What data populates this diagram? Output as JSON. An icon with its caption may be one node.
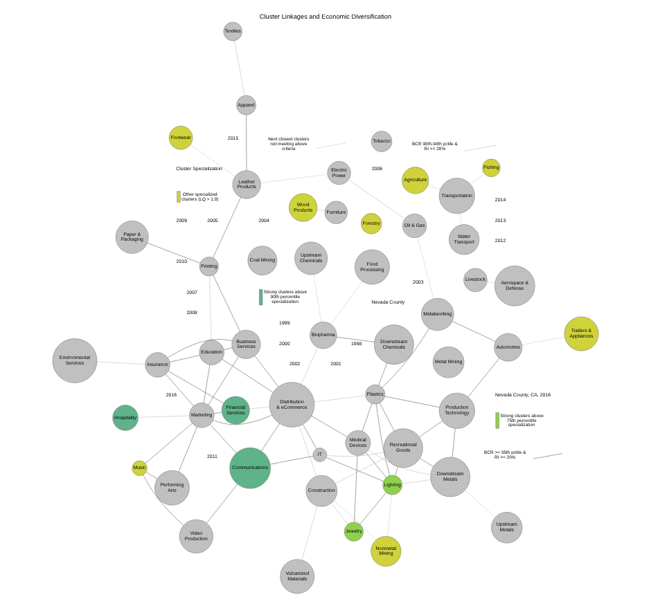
{
  "diagram": {
    "title": "Cluster Linkages and Economic Diversification",
    "nodes": [
      {
        "text": [
          "Agriculture"
        ]
      },
      {
        "text": [
          "Livestock"
        ]
      },
      {
        "text": [
          "Aerospace & Defense"
        ]
      },
      {
        "text": [
          "Fishing"
        ]
      },
      {
        "text": [
          "Water Transport"
        ]
      },
      {
        "text": [
          "Jewelry"
        ]
      },
      {
        "text": [
          "Nonmetal Mining"
        ]
      },
      {
        "text": [
          "Vulcanized Materials"
        ]
      },
      {
        "text": [
          "Wood Products"
        ]
      },
      {
        "text": [
          "Forestry"
        ]
      },
      {
        "text": [
          "Lighting"
        ]
      },
      {
        "text": [
          "Recreational Goods"
        ]
      },
      {
        "text": [
          "Construction"
        ]
      },
      {
        "text": [
          "Furniture"
        ]
      },
      {
        "text": [
          "IT"
        ]
      },
      {
        "text": [
          "Medical Devices"
        ]
      },
      {
        "text": [
          "Performing Arts"
        ]
      },
      {
        "text": [
          "Video Production"
        ]
      },
      {
        "text": [
          "Communications"
        ]
      },
      {
        "text": [
          "Music"
        ]
      },
      {
        "text": [
          "Transportation"
        ]
      },
      {
        "text": [
          "Downstream Metals"
        ]
      },
      {
        "text": [
          "Upstream Metals"
        ]
      },
      {
        "text": [
          "Distribution & eCommerce"
        ]
      },
      {
        "text": [
          "Plastics"
        ]
      },
      {
        "text": [
          "Production Technology"
        ]
      },
      {
        "text": [
          "Hospitality"
        ]
      },
      {
        "text": [
          "Marketing"
        ]
      },
      {
        "text": [
          "Education"
        ]
      },
      {
        "text": [
          "Biopharma"
        ]
      },
      {
        "text": [
          "Downstream Chemicals"
        ]
      },
      {
        "text": [
          "Upstream Chemicals"
        ]
      },
      {
        "text": [
          "Metalworking"
        ]
      },
      {
        "text": [
          "Automotive"
        ]
      },
      {
        "text": [
          "Insurance"
        ]
      },
      {
        "text": [
          "Business Services"
        ]
      },
      {
        "text": [
          "Printing"
        ]
      },
      {
        "text": [
          "Trailers & Appliances"
        ]
      },
      {
        "text": [
          "Environmental Services"
        ]
      },
      {
        "text": [
          "Financial Services"
        ]
      },
      {
        "text": [
          "Food Processing"
        ]
      },
      {
        "text": [
          "Leather Products"
        ]
      },
      {
        "text": [
          "Paper & Packaging"
        ]
      },
      {
        "text": [
          "Apparel"
        ]
      },
      {
        "text": [
          "Textiles"
        ]
      },
      {
        "text": [
          "Oil & Gas"
        ]
      },
      {
        "text": [
          "Electric Power"
        ]
      },
      {
        "text": [
          "Footwear"
        ]
      },
      {
        "text": [
          "Tobacco"
        ]
      },
      {
        "text": [
          "Coal Mining"
        ]
      },
      {
        "text": [
          "Metal Mining"
        ]
      }
    ],
    "edges": [
      {
        "from": 18,
        "to": 14,
        "arrow": "none"
      },
      {
        "from": 18,
        "to": 23,
        "arrow": "none"
      },
      {
        "from": 18,
        "to": 27,
        "arrow": "none"
      },
      {
        "from": 17,
        "to": 18,
        "arrow": "none"
      },
      {
        "from": 17,
        "to": 19,
        "arrow": "none"
      },
      {
        "from": 16,
        "to": 19,
        "arrow": "none"
      },
      {
        "from": 16,
        "to": 27,
        "arrow": "none"
      },
      {
        "from": 19,
        "to": 27,
        "arrow": "none"
      },
      {
        "from": 27,
        "to": 28,
        "arrow": "none"
      },
      {
        "from": 27,
        "to": 34,
        "arrow": "none"
      },
      {
        "from": 27,
        "to": 39,
        "arrow": "none"
      },
      {
        "from": 27,
        "to": 23,
        "arrow": "none"
      },
      {
        "from": 27,
        "to": 35,
        "arrow": "none"
      },
      {
        "from": 28,
        "to": 35,
        "arrow": "none"
      },
      {
        "from": 28,
        "to": 23,
        "arrow": "none"
      },
      {
        "from": 34,
        "to": 35,
        "arrow": "none"
      },
      {
        "from": 34,
        "to": 28,
        "arrow": "none"
      },
      {
        "from": 34,
        "to": 39,
        "arrow": "none"
      },
      {
        "from": 35,
        "to": 36,
        "arrow": "none"
      },
      {
        "from": 35,
        "to": 23,
        "arrow": "none"
      },
      {
        "from": 36,
        "to": 42,
        "arrow": "none"
      },
      {
        "from": 36,
        "to": 41,
        "arrow": "none"
      },
      {
        "from": 41,
        "to": 43,
        "arrow": "none"
      },
      {
        "from": 10,
        "to": 5,
        "arrow": "none"
      },
      {
        "from": 10,
        "to": 11,
        "arrow": "none"
      },
      {
        "from": 10,
        "to": 15,
        "arrow": "none"
      },
      {
        "from": 10,
        "to": 14,
        "arrow": "none"
      },
      {
        "from": 5,
        "to": 15,
        "arrow": "none"
      },
      {
        "from": 11,
        "to": 24,
        "arrow": "none"
      },
      {
        "from": 11,
        "to": 25,
        "arrow": "none"
      },
      {
        "from": 11,
        "to": 21,
        "arrow": "none"
      },
      {
        "from": 10,
        "to": 24,
        "arrow": "none"
      },
      {
        "from": 15,
        "to": 24,
        "arrow": "none"
      },
      {
        "from": 14,
        "to": 23,
        "arrow": "none"
      },
      {
        "from": 15,
        "to": 23,
        "arrow": "none"
      },
      {
        "from": 24,
        "to": 30,
        "arrow": "none"
      },
      {
        "from": 29,
        "to": 30,
        "arrow": "none"
      },
      {
        "from": 24,
        "to": 25,
        "arrow": "none"
      },
      {
        "from": 24,
        "to": 32,
        "arrow": "none"
      },
      {
        "from": 25,
        "to": 33,
        "arrow": "none"
      },
      {
        "from": 32,
        "to": 33,
        "arrow": "none"
      },
      {
        "from": 21,
        "to": 25,
        "arrow": "none"
      },
      {
        "from": 8,
        "to": 13,
        "arrow": "none",
        "color": "#aaaaaa"
      },
      {
        "from": 26,
        "to": 27,
        "arrow": "none",
        "color": "#aaaaaa"
      },
      {
        "from": 34,
        "to": 38,
        "arrow": "none",
        "color": "#aaaaaa"
      },
      {
        "from": 14,
        "to": 11,
        "arrow": "none",
        "color": "#aaaaaa"
      },
      {
        "from": 5,
        "to": 12,
        "arrow": "none",
        "color": "#aaaaaa"
      },
      {
        "from": 7,
        "to": 12,
        "arrow": "none",
        "color": "#aaaaaa"
      },
      {
        "from": 11,
        "to": 12,
        "arrow": "none",
        "color": "#aaaaaa"
      },
      {
        "from": 12,
        "to": 23,
        "arrow": "none",
        "color": "#aaaaaa"
      },
      {
        "from": 15,
        "to": 21,
        "arrow": "none",
        "color": "#aaaaaa"
      },
      {
        "from": 10,
        "to": 21,
        "arrow": "none",
        "color": "#aaaaaa"
      },
      {
        "from": 23,
        "to": 24,
        "arrow": "none",
        "color": "#aaaaaa"
      },
      {
        "from": 23,
        "to": 29,
        "arrow": "none",
        "color": "#aaaaaa"
      },
      {
        "from": 28,
        "to": 36,
        "arrow": "none",
        "color": "#aaaaaa"
      },
      {
        "from": 39,
        "to": 23,
        "arrow": "none",
        "color": "#aaaaaa"
      },
      {
        "from": 45,
        "to": 46,
        "arrow": "none",
        "color": "#aaaaaa"
      },
      {
        "from": 43,
        "to": 44,
        "arrow": "none",
        "color": "#aaaaaa"
      },
      {
        "from": 0,
        "to": 20,
        "arrow": "none",
        "style": "dashed",
        "color": "#aaaaaa"
      },
      {
        "from": 1,
        "to": 2,
        "arrow": "none",
        "style": "dashed",
        "color": "#aaaaaa"
      },
      {
        "from": 3,
        "to": 20,
        "arrow": "none",
        "style": "dashed",
        "color": "#aaaaaa"
      },
      {
        "from": 4,
        "to": 20,
        "arrow": "none",
        "style": "dashed",
        "color": "#aaaaaa"
      },
      {
        "from": 6,
        "to": 12,
        "arrow": "none",
        "style": "dashed",
        "color": "#aaaaaa"
      },
      {
        "from": 6,
        "to": 10,
        "arrow": "none",
        "style": "dashed",
        "color": "#aaaaaa"
      },
      {
        "from": 32,
        "to": 45,
        "arrow": "none",
        "style": "dashed",
        "color": "#aaaaaa"
      },
      {
        "from": 33,
        "to": 37,
        "arrow": "none",
        "style": "dashed",
        "color": "#aaaaaa"
      },
      {
        "from": 41,
        "to": 46,
        "arrow": "none",
        "style": "dashed",
        "color": "#aaaaaa"
      },
      {
        "from": 29,
        "to": 31,
        "arrow": "none",
        "style": "dashed",
        "color": "#aaaaaa"
      },
      {
        "from": 29,
        "to": 40,
        "arrow": "none",
        "style": "dashed",
        "color": "#aaaaaa"
      },
      {
        "from": 47,
        "to": 41,
        "arrow": "none",
        "style": "dashed",
        "color": "#aaaaaa"
      },
      {
        "from": 21,
        "to": 22,
        "arrow": "none",
        "style": "dashed",
        "color": "#aaaaaa"
      }
    ],
    "labels": [
      "Nevada County",
      "1998",
      "1999",
      "2000",
      "2001",
      "2002",
      "2003",
      "2004",
      "2005",
      "2006",
      "2007",
      "2008",
      "2009",
      "2010",
      "2011",
      "2012",
      "2013",
      "2014",
      "2015",
      "2016",
      "Nevada County, CA, 2016",
      "Cluster Specialization"
    ],
    "legend": [
      {
        "text": "Strong clusters above 90th percentile specialization",
        "color": "#5fb38a"
      },
      {
        "text": "Strong clusters above 75th percentile specialization",
        "color": "#8fd14f"
      },
      {
        "text": "Other specialized clusters (LQ > 1.0)",
        "color": "#cfd23a"
      },
      {
        "text": "BCR >= 95th pctile & RI >= 20%"
      },
      {
        "text": "BCR 90th-94th pctile & RI >= 20%"
      },
      {
        "text": "Next closest clusters not meeting above criteria"
      }
    ]
  }
}
